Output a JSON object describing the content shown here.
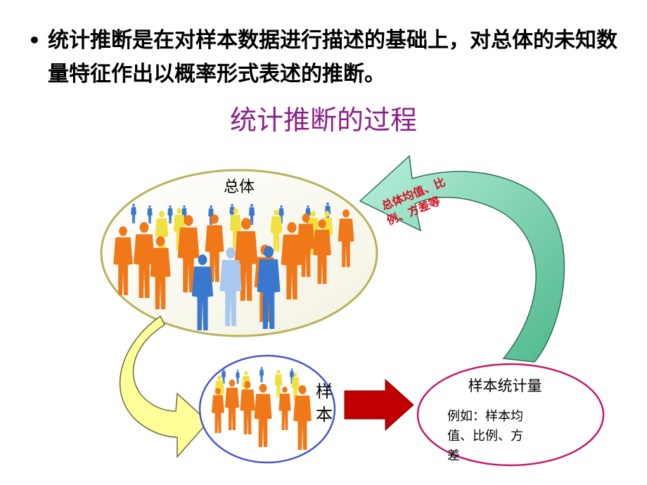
{
  "bullet": {
    "marker": "•",
    "text": "统计推断是在对样本数据进行描述的基础上，对总体的未知数量特征作出以概率形式表述的推断。"
  },
  "diagram": {
    "title": "统计推断的过程",
    "population_label": "总体",
    "sample_label_line1": "样",
    "sample_label_line2": "本",
    "statistic_title": "样本统计量",
    "statistic_desc_line1": "例如：样本均",
    "statistic_desc_line2": "值、比例、方",
    "statistic_desc_line3": "差",
    "parameter_label_line1": "总体均值、比",
    "parameter_label_line2": "例、方差等",
    "colors": {
      "title": "#8c1f8a",
      "population_ellipse_border": "#b8b25a",
      "sample_ellipse_border": "#4a56c8",
      "statistic_ellipse_border": "#c2186b",
      "arrow_yellow": "#ffff99",
      "arrow_red": "#c00000",
      "arrow_green": "#66c9a4",
      "figure_orange": "#f07818",
      "figure_yellow": "#f0e040",
      "figure_blue": "#3a78d0",
      "figure_lightblue": "#a8c8f0",
      "parameter_text": "#d01020"
    }
  }
}
